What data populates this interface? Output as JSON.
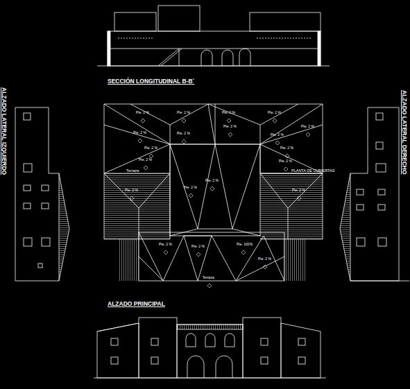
{
  "diagram": {
    "labels": [
      "SECCIÓN LONGITUDINAL B-B´",
      "ALZADO LATERAL IZQUIERDO",
      "ALZADO LATERAL DERECHO",
      "Pte. 2 %",
      "Pte. 2 %",
      "Pte. 2 %",
      "Pte. 2 %",
      "Pte. 2 %",
      "Pte. 2 %",
      "Pte. 2 %",
      "Pte. 2 %",
      "Pte. 2 %",
      "Pte. 2 %",
      "Pte. 2 %",
      "Pte. 2 %",
      "Pte. 2 %",
      "Pte. 2 %",
      "Pte. 2 %",
      "Pte. 2 %",
      "Pte. 2 %",
      "Pte. 2 %",
      "Pte. 2 %",
      "Pte. 100%",
      "Pte. 2 %",
      "Terraza",
      "Terraza",
      "PLANTA DE CUBIERTAS",
      "ALZADO PRINCIPAL"
    ]
  }
}
